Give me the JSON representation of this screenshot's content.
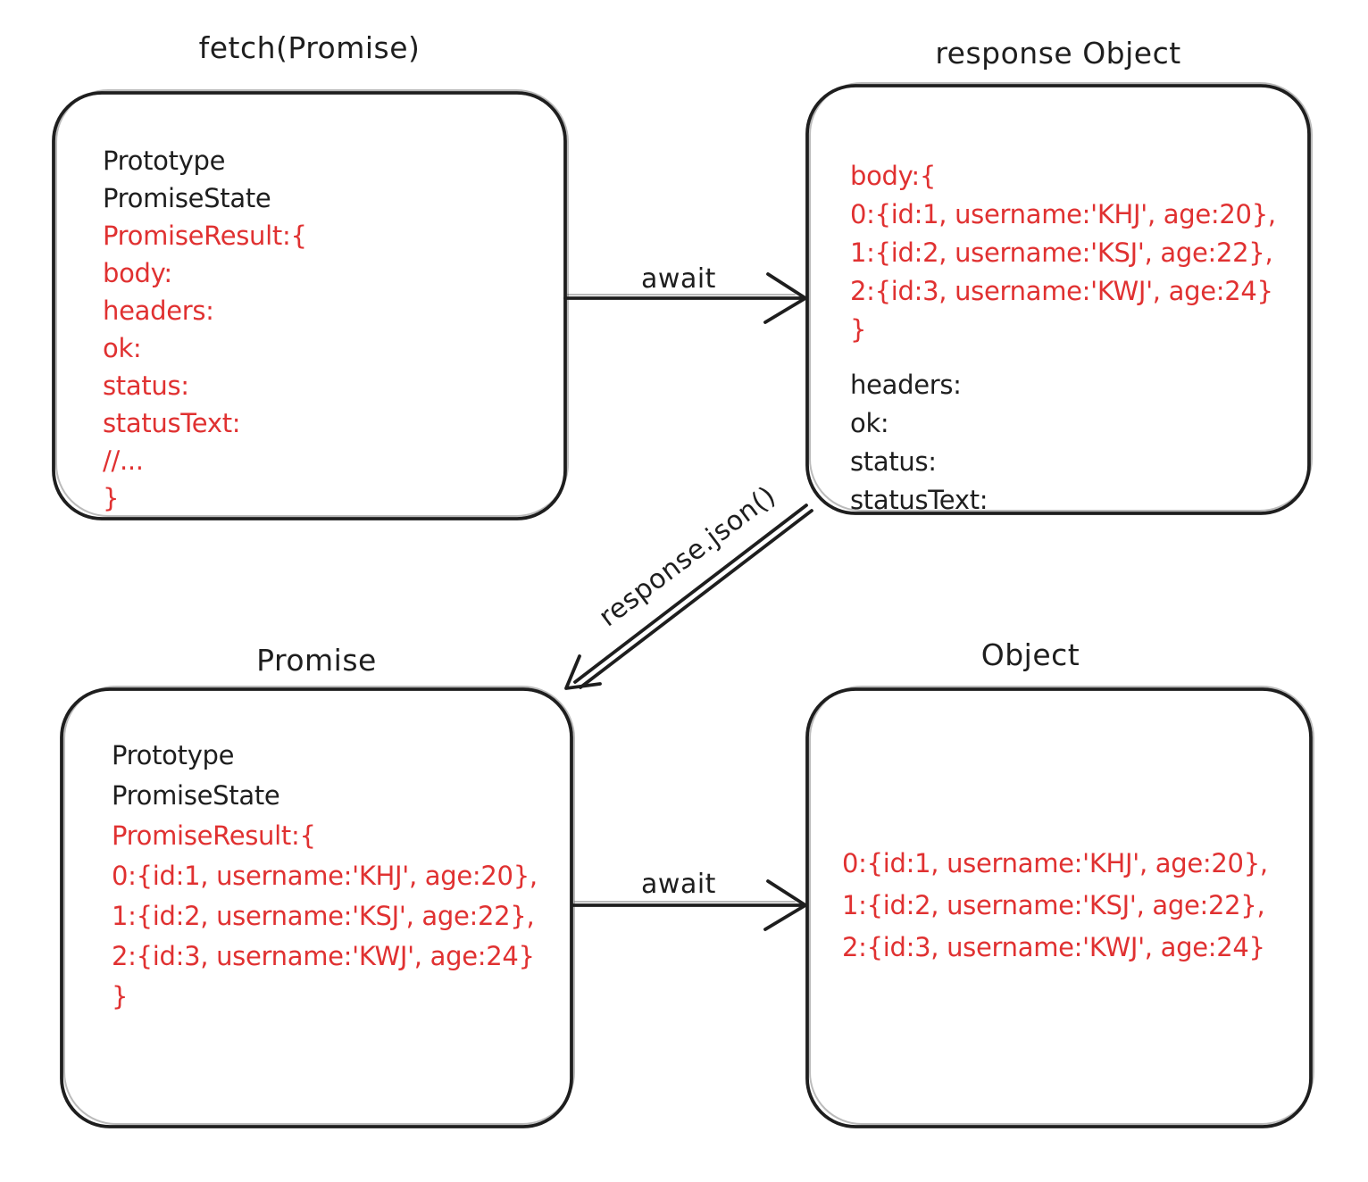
{
  "colors": {
    "ink": "#1e1e1e",
    "red": "#e03131",
    "background": "#ffffff"
  },
  "boxes": [
    {
      "title": "fetch(Promise)",
      "lines": [
        {
          "text": "Prototype",
          "color": "black"
        },
        {
          "text": "PromiseState",
          "color": "black"
        },
        {
          "text": "PromiseResult:{",
          "color": "red"
        },
        {
          "text": "body:",
          "color": "red"
        },
        {
          "text": "headers:",
          "color": "red"
        },
        {
          "text": "ok:",
          "color": "red"
        },
        {
          "text": "status:",
          "color": "red"
        },
        {
          "text": "statusText:",
          "color": "red"
        },
        {
          "text": "//...",
          "color": "red"
        },
        {
          "text": "}",
          "color": "red"
        }
      ]
    },
    {
      "title": "response Object",
      "lines": [
        {
          "text": "body:{",
          "color": "red"
        },
        {
          "text": "0:{id:1, username:'KHJ', age:20},",
          "color": "red"
        },
        {
          "text": "1:{id:2, username:'KSJ', age:22},",
          "color": "red"
        },
        {
          "text": "2:{id:3, username:'KWJ', age:24}",
          "color": "red"
        },
        {
          "text": "}",
          "color": "red"
        },
        {
          "text": "headers:",
          "color": "black"
        },
        {
          "text": "ok:",
          "color": "black"
        },
        {
          "text": "status:",
          "color": "black"
        },
        {
          "text": "statusText:",
          "color": "black"
        }
      ]
    },
    {
      "title": "Promise",
      "lines": [
        {
          "text": "Prototype",
          "color": "black"
        },
        {
          "text": "PromiseState",
          "color": "black"
        },
        {
          "text": "PromiseResult:{",
          "color": "red"
        },
        {
          "text": "0:{id:1, username:'KHJ', age:20},",
          "color": "red"
        },
        {
          "text": "1:{id:2, username:'KSJ', age:22},",
          "color": "red"
        },
        {
          "text": "2:{id:3, username:'KWJ', age:24}",
          "color": "red"
        },
        {
          "text": "}",
          "color": "red"
        }
      ]
    },
    {
      "title": "Object",
      "lines": [
        {
          "text": "0:{id:1, username:'KHJ', age:20},",
          "color": "red"
        },
        {
          "text": "1:{id:2, username:'KSJ', age:22},",
          "color": "red"
        },
        {
          "text": "2:{id:3, username:'KWJ', age:24}",
          "color": "red"
        }
      ]
    }
  ],
  "arrows": [
    {
      "label": "await"
    },
    {
      "label": "response.json()"
    },
    {
      "label": "await"
    }
  ]
}
